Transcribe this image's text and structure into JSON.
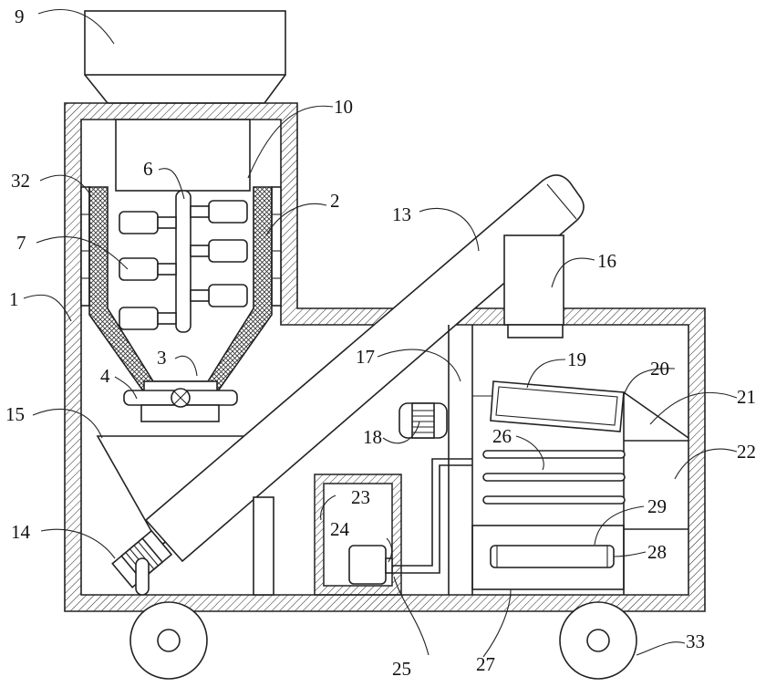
{
  "labels": {
    "n1": "1",
    "n2": "2",
    "n3": "3",
    "n4": "4",
    "n6": "6",
    "n7": "7",
    "n9": "9",
    "n10": "10",
    "n13": "13",
    "n14": "14",
    "n15": "15",
    "n16": "16",
    "n17": "17",
    "n18": "18",
    "n19": "19",
    "n20": "20",
    "n21": "21",
    "n22": "22",
    "n23": "23",
    "n24": "24",
    "n25": "25",
    "n26": "26",
    "n27": "27",
    "n28": "28",
    "n29": "29",
    "n32": "32",
    "n33": "33"
  }
}
